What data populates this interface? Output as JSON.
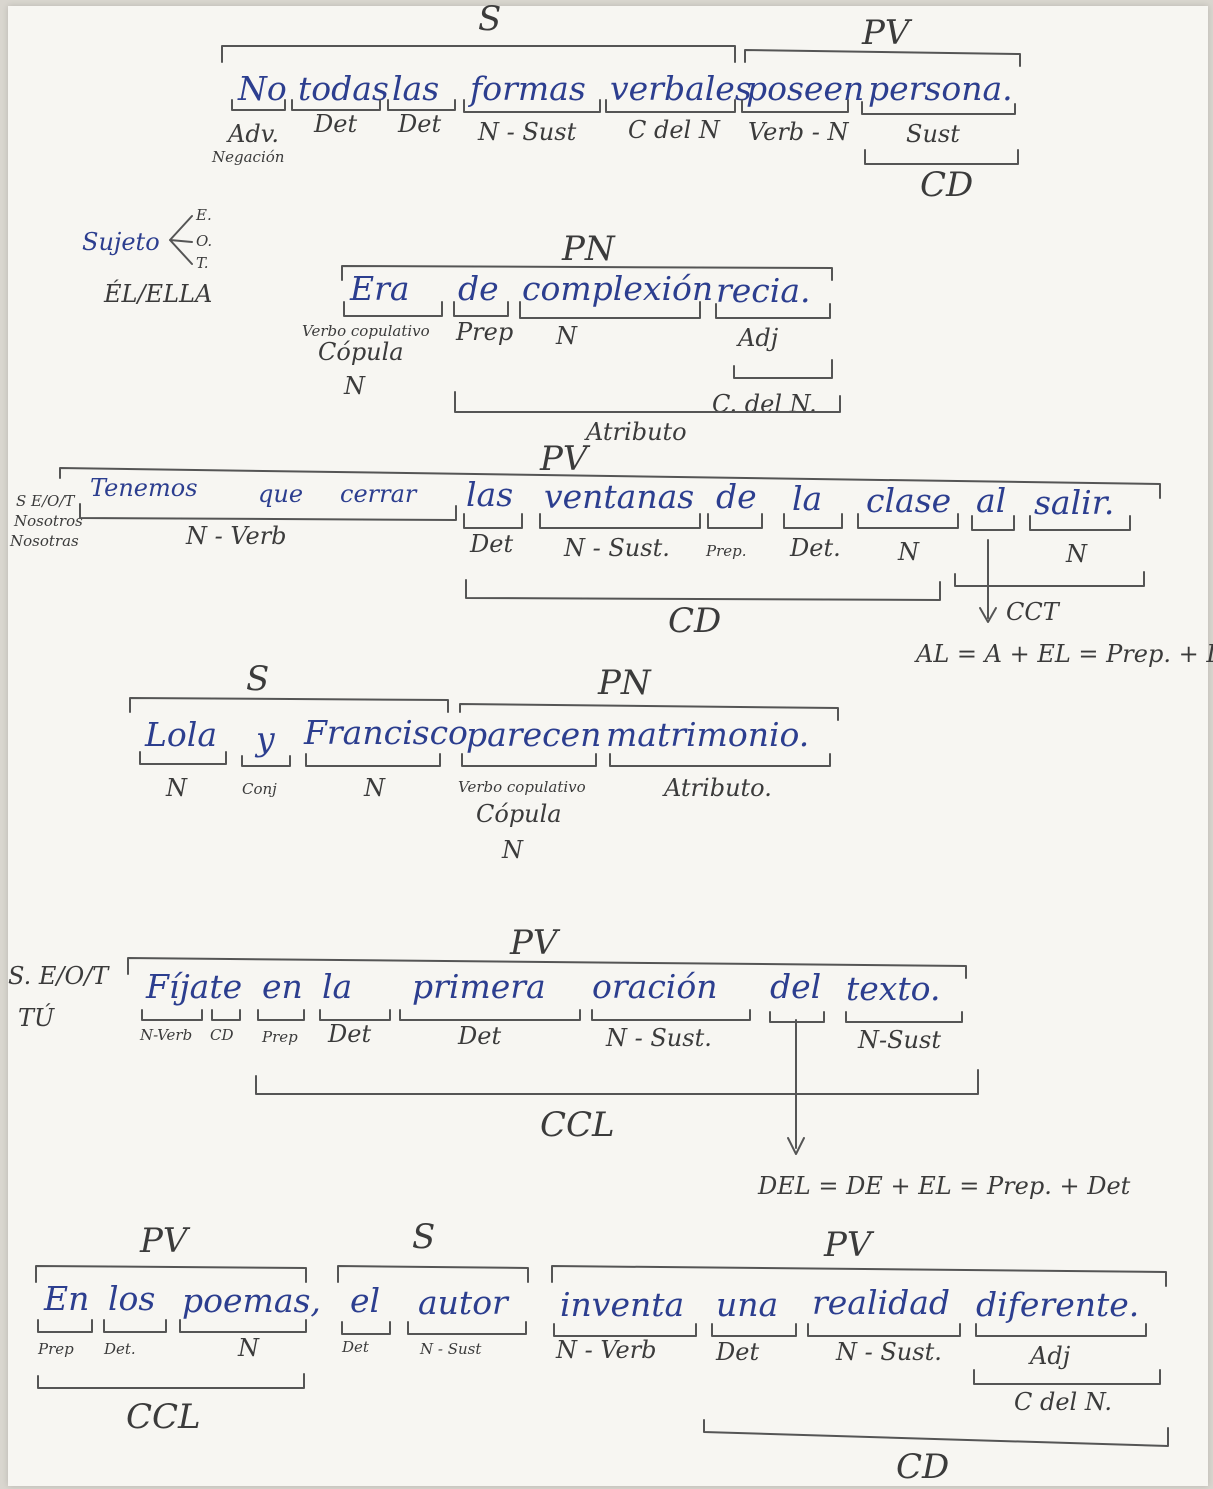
{
  "sentences": [
    {
      "groups": [
        "S",
        "PV",
        "CD"
      ],
      "words": [
        "No",
        "todas",
        "las",
        "formas",
        "verbales",
        "poseen",
        "persona."
      ],
      "tags": [
        "Adv.",
        "Det",
        "Det",
        "N - Sust",
        "C del N",
        "Verb - N",
        "Sust"
      ],
      "extra": "Negación"
    },
    {
      "side": [
        "Sujeto",
        "E.",
        "O.",
        "T.",
        "ÉL/ELLA"
      ],
      "groups": [
        "PN",
        "Atributo"
      ],
      "words": [
        "Era",
        "de",
        "complexión",
        "recia."
      ],
      "tags": [
        "Verbo copulativo",
        "Cópula",
        "N",
        "Prep",
        "N",
        "Adj",
        "C. del N."
      ]
    },
    {
      "side": [
        "S E/O/T",
        "Nosotros",
        "Nosotras"
      ],
      "groups": [
        "PV",
        "CD",
        "CCT"
      ],
      "words": [
        "Tenemos",
        "que",
        "cerrar",
        "las",
        "ventanas",
        "de",
        "la",
        "clase",
        "al",
        "salir."
      ],
      "tags": [
        "N - Verb",
        "Det",
        "N - Sust.",
        "Prep.",
        "Det.",
        "N",
        "N"
      ],
      "note": "AL = A + EL = Prep. + Det."
    },
    {
      "groups": [
        "S",
        "PN"
      ],
      "words": [
        "Lola",
        "y",
        "Francisco",
        "parecen",
        "matrimonio."
      ],
      "tags": [
        "N",
        "Conj",
        "N",
        "Verbo copulativo",
        "Cópula",
        "N",
        "Atributo."
      ]
    },
    {
      "side": [
        "S. E/O/T",
        "TÚ"
      ],
      "groups": [
        "PV",
        "CCL"
      ],
      "words": [
        "Fíjate",
        "en",
        "la",
        "primera",
        "oración",
        "del",
        "texto."
      ],
      "tags": [
        "N-Verb",
        "CD",
        "Prep",
        "Det",
        "Det",
        "N - Sust.",
        "N-Sust"
      ],
      "note": "DEL = DE + EL = Prep. + Det"
    },
    {
      "groups": [
        "PV",
        "S",
        "PV",
        "CCL",
        "CD"
      ],
      "words": [
        "En",
        "los",
        "poemas,",
        "el",
        "autor",
        "inventa",
        "una",
        "realidad",
        "diferente."
      ],
      "tags": [
        "Prep",
        "Det.",
        "N",
        "Det",
        "N - Sust",
        "N - Verb",
        "Det",
        "N - Sust.",
        "Adj",
        "C del N."
      ]
    }
  ],
  "colors": {
    "ink_blue": "#2c3e8f",
    "pencil": "#3b3b3b",
    "paper": "#f7f6f2"
  }
}
